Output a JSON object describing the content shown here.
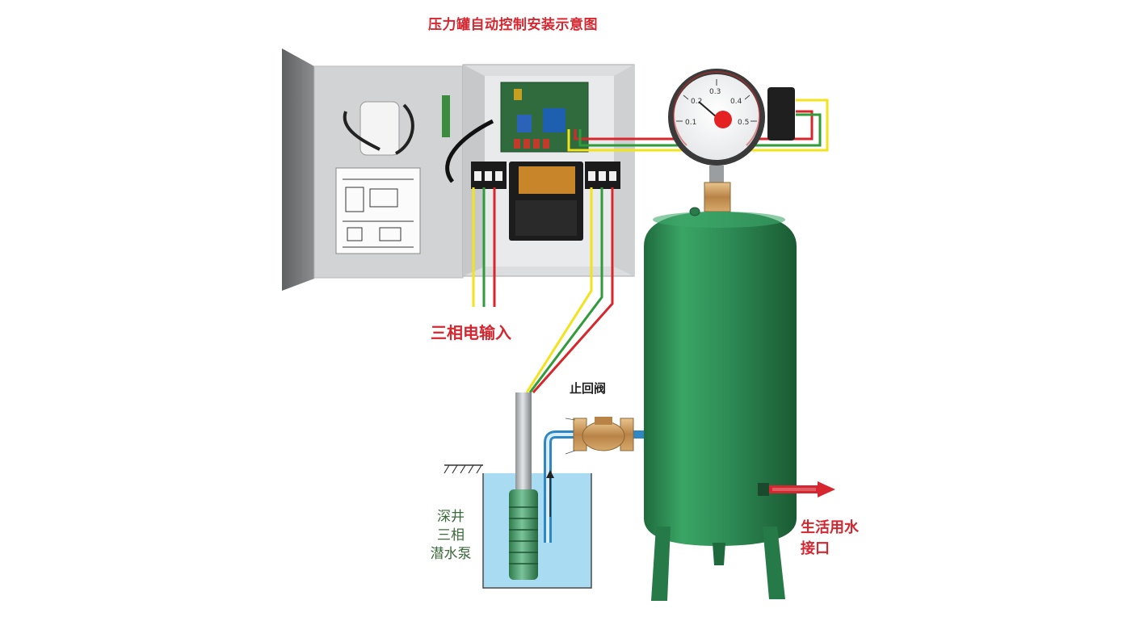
{
  "title": "压力罐自动控制安装示意图",
  "labels": {
    "power_input": "三相电输入",
    "check_valve": "止回阀",
    "pump_line1": "深井",
    "pump_line2": "三相",
    "pump_line3": "潜水泵",
    "outlet_line1": "生活用水",
    "outlet_line2": "接口"
  },
  "gauge": {
    "ticks": [
      "0.1",
      "0.2",
      "0.3",
      "0.4",
      "0.5"
    ]
  },
  "colors": {
    "label_red": "#d6262f",
    "wire_yellow": "#f2e31d",
    "wire_green": "#2f9b3a",
    "wire_red": "#d8262c",
    "tank_green": "#2f8f55",
    "water_blue": "#a9dcf2",
    "cabinet_grey": "#d9dadb"
  }
}
